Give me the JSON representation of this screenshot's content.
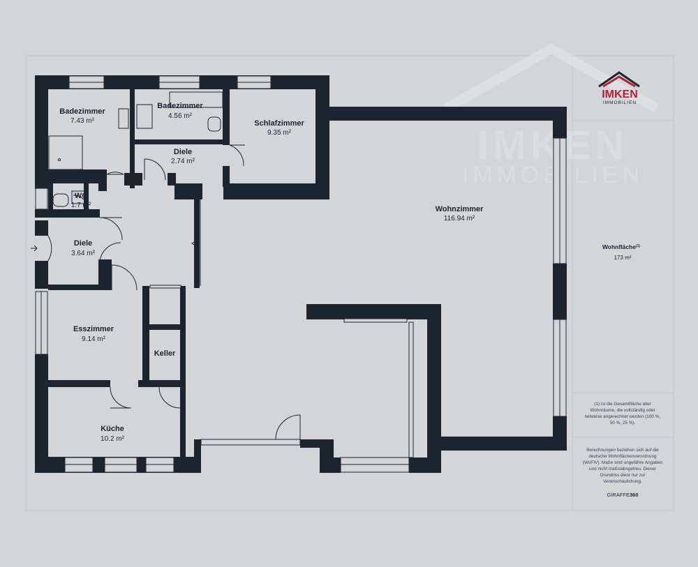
{
  "brand": {
    "name": "IMKEN",
    "sub": "IMMOBILIEN",
    "accent": "#b3203a",
    "watermark_name": "IMKEN",
    "watermark_sub": "IMMOBILIEN"
  },
  "summary": {
    "label": "Wohnfläche",
    "footnote_marker": "(1)",
    "value": "173 m²"
  },
  "notes": {
    "definition_lines": [
      "(1) ist die Gesamtfläche aller",
      "Wohnräume, die vollständig oder",
      "teilweise angerechnet werden (100 %,",
      "50 %, 25 %)."
    ],
    "disclaimer_lines": [
      "Berechnungen beziehen sich auf die",
      "deutsche Wohnflächenverordnung",
      "(WoFIV). Maße sind ungefähre Angaben",
      "und nicht maßstabsgetreu. Dieser",
      "Grundriss dient nur zur",
      "Veranschaulichung."
    ],
    "credit_a": "GIRAFFE",
    "credit_b": "360"
  },
  "rooms": {
    "bad1": {
      "name": "Badezimmer",
      "area": "7.43 m²"
    },
    "bad2": {
      "name": "Badezimmer",
      "area": "4.56 m²"
    },
    "schlaf": {
      "name": "Schlafzimmer",
      "area": "9.35 m²"
    },
    "diele1": {
      "name": "Diele",
      "area": "2.74 m²"
    },
    "wc": {
      "name": "WC",
      "area": "1.7 m²"
    },
    "diele2": {
      "name": "Diele",
      "area": "3.64 m²"
    },
    "wohn": {
      "name": "Wohnzimmer",
      "area": "116.94 m²"
    },
    "ess": {
      "name": "Esszimmer",
      "area": "9.14 m²"
    },
    "keller": {
      "name": "Keller"
    },
    "kueche": {
      "name": "Küche",
      "area": "10.2 m²"
    }
  },
  "colors": {
    "wall": "#1c2430",
    "floor": "#d3d5d8"
  }
}
